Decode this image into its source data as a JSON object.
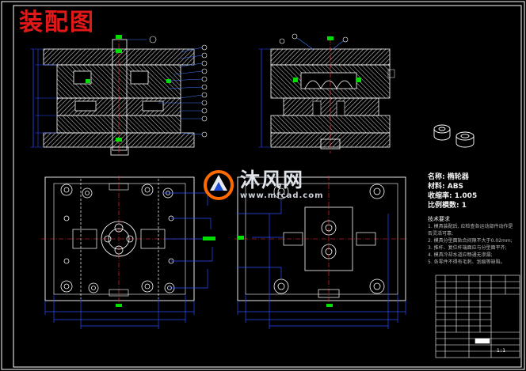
{
  "drawing": {
    "title": "装配图",
    "watermark": {
      "text_cn": "沐风网",
      "text_en": "www.mfcad.com"
    },
    "specs": [
      "名称: 椭轮器",
      "材料: ABS",
      "收缩率: 1.005",
      "比例模数: 1"
    ],
    "notes": {
      "title": "技术要求",
      "items": [
        "1. 模具装配后, 应检查各运动部件动作是否灵活可靠;",
        "2. 模具分型面贴合间隙不大于0.02mm;",
        "3. 推杆、复位杆端面应与分型面平齐;",
        "4. 模具冷却水道应畅通无渗漏;",
        "5. 各零件不得有毛刺、划痕等缺陷。"
      ]
    },
    "scale_label": "1:1",
    "colors": {
      "background": "#000000",
      "title": "#e01818",
      "outline": "#ffffff",
      "dimension": "#2a4dff",
      "leader": "#3b7bff",
      "centerline": "#ff3030",
      "highlight": "#00e000",
      "hatch": "#d8d8d8"
    }
  }
}
